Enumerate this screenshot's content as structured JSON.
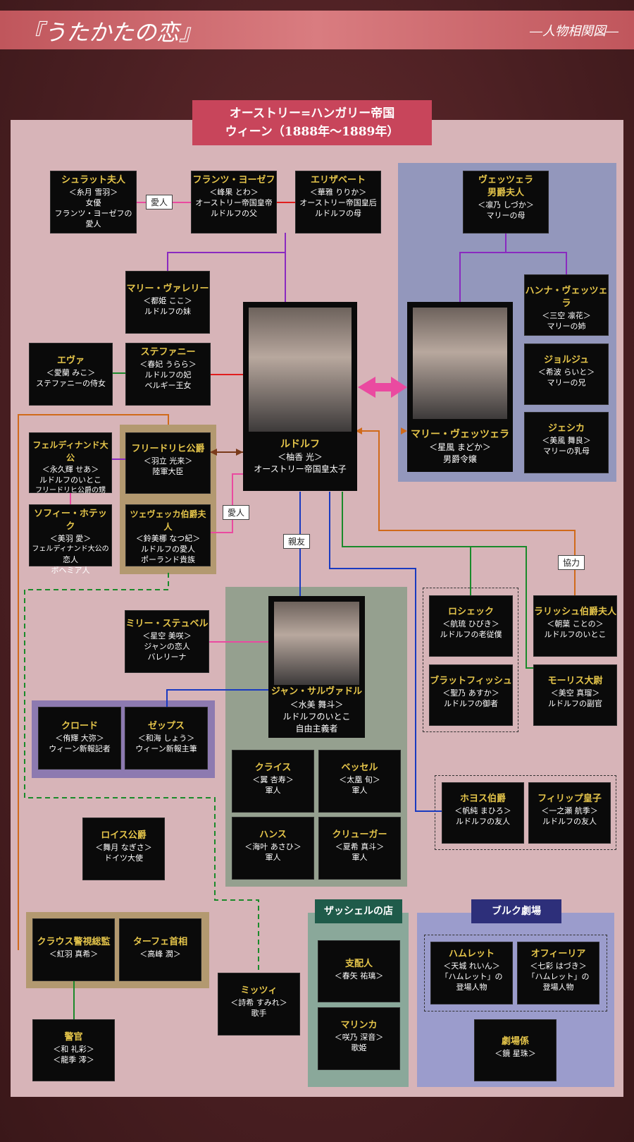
{
  "header": {
    "title": "『うたかたの恋』",
    "subtitle": "―人物相関図―"
  },
  "empire": {
    "line1": "オーストリー=ハンガリー帝国",
    "line2": "ウィーン（1888年～1889年）"
  },
  "tags": {
    "lover1": "愛人",
    "lover2": "愛人",
    "friend": "親友",
    "coop": "協力"
  },
  "sections": {
    "sacher": "ザッシェルの店",
    "burg": "ブルク劇場"
  },
  "colors": {
    "pink": "#ea4aa0",
    "red": "#e01e1e",
    "purple": "#8a2ac0",
    "green": "#1a8a2a",
    "blue": "#1a3ac0",
    "orange": "#d06a1a",
    "brown": "#7a3a1a"
  },
  "main": {
    "rudolf": {
      "name": "ルドルフ",
      "actor": "＜柚香 光＞",
      "role": "オーストリー帝国皇太子"
    },
    "marie": {
      "name": "マリー・ヴェッツェラ",
      "actor": "＜星風 まどか＞",
      "role": "男爵令嬢"
    },
    "jean": {
      "name": "ジャン・サルヴァドル",
      "actor": "＜水美 舞斗＞",
      "role": "ルドルフのいとこ",
      "role2": "自由主義者"
    }
  },
  "cards": {
    "schratt": {
      "name": "シュラット夫人",
      "l1": "＜糸月 雪羽＞",
      "l2": "女優",
      "l3": "フランツ・ヨーゼフの",
      "l4": "愛人"
    },
    "franz": {
      "name": "フランツ・ヨーゼフ",
      "l1": "＜峰果 とわ＞",
      "l2": "オーストリー帝国皇帝",
      "l3": "ルドルフの父"
    },
    "elisabeth": {
      "name": "エリザベート",
      "l1": "＜華雅 りりか＞",
      "l2": "オーストリー帝国皇后",
      "l3": "ルドルフの母"
    },
    "baroness": {
      "name": "ヴェッツェラ",
      "name2": "男爵夫人",
      "l1": "＜凛乃 しづか＞",
      "l2": "マリーの母"
    },
    "valerie": {
      "name": "マリー・ヴァレリー",
      "l1": "＜都姫 ここ＞",
      "l2": "ルドルフの妹"
    },
    "hanna": {
      "name": "ハンナ・ヴェッツェラ",
      "l1": "＜三空 凛花＞",
      "l2": "マリーの姉"
    },
    "eva": {
      "name": "エヴァ",
      "l1": "＜愛蘭 みこ＞",
      "l2": "ステファニーの侍女"
    },
    "stephanie": {
      "name": "ステファニー",
      "l1": "＜春妃 うらら＞",
      "l2": "ルドルフの妃",
      "l3": "ベルギー王女"
    },
    "georges": {
      "name": "ジョルジュ",
      "l1": "＜希波 らいと＞",
      "l2": "マリーの兄"
    },
    "jessica": {
      "name": "ジェシカ",
      "l1": "＜美風 舞良＞",
      "l2": "マリーの乳母"
    },
    "ferdinand": {
      "name": "フェルディナンド大公",
      "l1": "＜永久輝 せあ＞",
      "l2": "ルドルフのいとこ",
      "l3": "フリードリヒ公爵の甥"
    },
    "friedrich": {
      "name": "フリードリヒ公爵",
      "l1": "＜羽立 光来＞",
      "l2": "陸軍大臣"
    },
    "sophie": {
      "name": "ソフィー・ホテック",
      "l1": "＜美羽 愛＞",
      "l2": "フェルディナンド大公の",
      "l3": "恋人",
      "l4": "ボヘミア人"
    },
    "tzveczka": {
      "name": "ツェヴェッカ伯爵夫人",
      "l1": "＜鈴美梛 なつ紀＞",
      "l2": "ルドルフの愛人",
      "l3": "ポーランド貴族"
    },
    "mizzi": {
      "name": "ミリー・ステュベル",
      "l1": "＜星空 美咲＞",
      "l2": "ジャンの恋人",
      "l3": "バレリーナ"
    },
    "loschek": {
      "name": "ロシェック",
      "l1": "＜航琉 ひびき＞",
      "l2": "ルドルフの老従僕"
    },
    "larisch": {
      "name": "ラリッシュ伯爵夫人",
      "l1": "＜朝葉 ことの＞",
      "l2": "ルドルフのいとこ"
    },
    "bratfisch": {
      "name": "ブラットフィッシュ",
      "l1": "＜聖乃 あすか＞",
      "l2": "ルドルフの御者"
    },
    "maurice": {
      "name": "モーリス大尉",
      "l1": "＜美空 真瑠＞",
      "l2": "ルドルフの副官"
    },
    "claude": {
      "name": "クロード",
      "l1": "＜侑輝 大弥＞",
      "l2": "ウィーン新報記者"
    },
    "zeps": {
      "name": "ゼップス",
      "l1": "＜和海 しょう＞",
      "l2": "ウィーン新報主筆"
    },
    "kreis": {
      "name": "クライス",
      "l1": "＜翼 杏寿＞",
      "l2": "軍人"
    },
    "wessel": {
      "name": "ベッセル",
      "l1": "＜太凰 旬＞",
      "l2": "軍人"
    },
    "hoyos": {
      "name": "ホヨス伯爵",
      "l1": "＜帆純 まひろ＞",
      "l2": "ルドルフの友人"
    },
    "philipp": {
      "name": "フィリップ皇子",
      "l1": "＜一之瀬 航季＞",
      "l2": "ルドルフの友人"
    },
    "reuss": {
      "name": "ロイス公爵",
      "l1": "＜舞月 なぎさ＞",
      "l2": "ドイツ大使"
    },
    "hans": {
      "name": "ハンス",
      "l1": "＜海叶 あさひ＞",
      "l2": "軍人"
    },
    "kruger": {
      "name": "クリューガー",
      "l1": "＜夏希 真斗＞",
      "l2": "軍人"
    },
    "krauss": {
      "name": "クラウス警視総監",
      "l1": "＜紅羽 真希＞"
    },
    "taaffe": {
      "name": "ターフェ首相",
      "l1": "＜高峰 潤＞"
    },
    "manager": {
      "name": "支配人",
      "l1": "＜春矢 祐璃＞"
    },
    "hamlet": {
      "name": "ハムレット",
      "l1": "＜天城 れいん＞",
      "l2": "「ハムレット」の",
      "l3": "登場人物"
    },
    "ophelia": {
      "name": "オフィーリア",
      "l1": "＜七彩 はづき＞",
      "l2": "「ハムレット」の",
      "l3": "登場人物"
    },
    "mitzi": {
      "name": "ミッツィ",
      "l1": "＜詩希 すみれ＞",
      "l2": "歌手"
    },
    "marinka": {
      "name": "マリンカ",
      "l1": "＜咲乃 深音＞",
      "l2": "歌姫"
    },
    "police": {
      "name": "警官",
      "l1": "＜和 礼彩＞",
      "l2": "＜龍季 澪＞"
    },
    "stagehand": {
      "name": "劇場係",
      "l1": "＜鏡 星珠＞"
    }
  }
}
